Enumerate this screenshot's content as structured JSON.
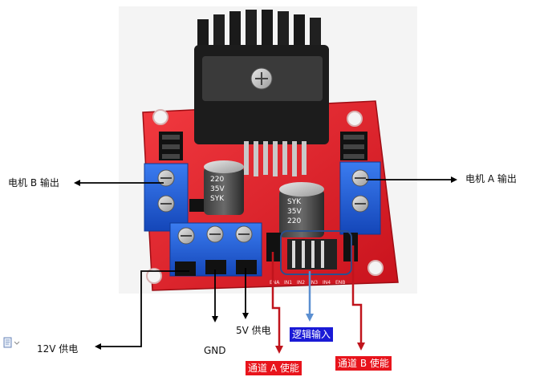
{
  "labels": {
    "motor_b_output": "电机 B 输出",
    "motor_a_output": "电机 A 输出",
    "power_12v": "12V 供电",
    "gnd": "GND",
    "power_5v": "5V 供电",
    "logic_input": "逻辑输入",
    "channel_a_enable": "通道 A 使能",
    "channel_b_enable": "通道 B 使能"
  },
  "board": {
    "capacitor_left_text": [
      "220",
      "35V",
      "SYK"
    ],
    "capacitor_right_text": [
      "220",
      "35V",
      "SYK"
    ],
    "pin_header_labels": [
      "ENA",
      "IN1",
      "IN2",
      "IN3",
      "IN4",
      "ENB"
    ]
  },
  "colors": {
    "board_red": "#e4232d",
    "terminal_blue": "#1f5fd6",
    "heatsink_black": "#1a1a1a",
    "arrow_black": "#000000",
    "arrow_red": "#c0141c",
    "arrow_blue": "#5b8fd1",
    "tag_red": "#e8141c",
    "tag_blue": "#1a1ad6"
  },
  "icons": {
    "document": "document-icon"
  }
}
